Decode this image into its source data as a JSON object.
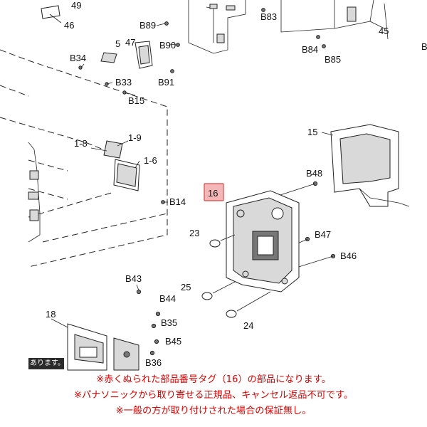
{
  "highlight_tag": "16",
  "labels": {
    "l49": "49",
    "l46": "46",
    "lB89": "B89",
    "lB83": "B83",
    "l45": "45",
    "lB": "B",
    "l5": "5",
    "l47": "47",
    "lB90": "B90",
    "lB84": "B84",
    "lB85": "B85",
    "lB34": "B34",
    "lB33": "B33",
    "lB91": "B91",
    "lB15": "B15",
    "l1_8": "1-8",
    "l1_9": "1-9",
    "l1_6": "1-6",
    "l15": "15",
    "lB48": "B48",
    "lB14": "B14",
    "l23": "23",
    "lB47": "B47",
    "lB46": "B46",
    "lB43": "B43",
    "l25": "25",
    "lB44": "B44",
    "l24": "24",
    "l18": "18",
    "lB35": "B35",
    "lB45": "B45",
    "lB36": "B36"
  },
  "left_stamp": "あります。",
  "notes": [
    "※赤くぬられた部品番号タグ（16）の部品になります。",
    "※パナソニックから取り寄せる正規品、キャンセル返品不可です。",
    "※一般の方が取り付けされた場合の保証無し。"
  ],
  "colors": {
    "note_text": "#d80000",
    "tag_fill": "#f4b6b6",
    "tag_border": "#d84a4a"
  }
}
